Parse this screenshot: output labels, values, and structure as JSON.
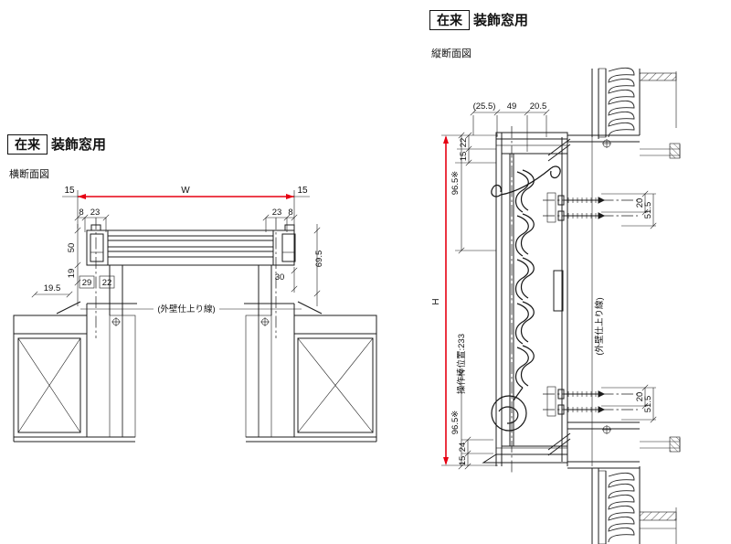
{
  "colors": {
    "accent_red": "#e60012",
    "line": "#1c1c1c",
    "background": "#ffffff"
  },
  "left": {
    "tag": "在来",
    "title": "装飾窓用",
    "subtitle": "横断面図",
    "dim_15_left": "15",
    "dim_w": "W",
    "dim_15_right": "15",
    "dim_8_left": "8",
    "dim_23_left": "23",
    "dim_23_right": "23",
    "dim_8_right": "8",
    "dim_50": "50",
    "dim_19": "19",
    "dim_19_5": "19.5",
    "dim_29": "29",
    "dim_22": "22",
    "dim_30": "30",
    "dim_69_5": "69.5",
    "wall_finish_line": "(外壁仕上り線)"
  },
  "right": {
    "tag": "在来",
    "title": "装飾窓用",
    "subtitle": "縦断面図",
    "dim_25_5": "(25.5)",
    "dim_49": "49",
    "dim_20_5": "20.5",
    "dim_22": "22",
    "dim_15_top": "15",
    "dim_96_5_top": "96.5※",
    "dim_h": "H",
    "rod_label": "操作棒位置:233",
    "dim_96_5_bottom": "96.5※",
    "dim_24": "24",
    "dim_15_bottom": "15",
    "dim_20_top": "20",
    "dim_51_5_top": "51.5",
    "dim_20_bottom": "20",
    "dim_51_5_bottom": "51.5",
    "wall_finish_line": "(外壁仕上り線)"
  }
}
